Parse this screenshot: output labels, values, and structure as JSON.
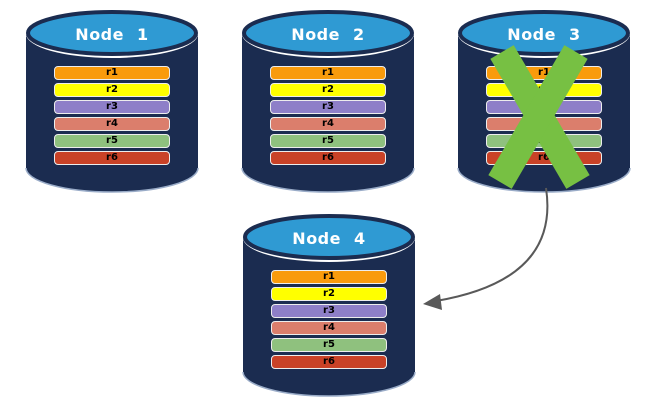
{
  "canvas": {
    "background": "#FFFFFF"
  },
  "colors": {
    "cylinder_body": "#1B2C50",
    "cylinder_top_fill": "#2F9AD3",
    "cylinder_outline": "#16254A",
    "cylinder_bottom_rim": "#9AACC8",
    "title_text": "#FFFFFF",
    "record_label_text": "#000000",
    "failure_x": "#77C043",
    "arrow": "#595959"
  },
  "record_colors": [
    "#F99B0C",
    "#FFFF00",
    "#8E7FC8",
    "#DB7E6C",
    "#8FC17E",
    "#C94227"
  ],
  "nodes": [
    {
      "title": "Node 1",
      "failed": false,
      "records": [
        "r1",
        "r2",
        "r3",
        "r4",
        "r5",
        "r6"
      ]
    },
    {
      "title": "Node 2",
      "failed": false,
      "records": [
        "r1",
        "r2",
        "r3",
        "r4",
        "r5",
        "r6"
      ]
    },
    {
      "title": "Node 3",
      "failed": true,
      "records": [
        "r1",
        "r2",
        "r3",
        "r4",
        "r5",
        "r6"
      ]
    },
    {
      "title": "Node 4",
      "failed": false,
      "records": [
        "r1",
        "r2",
        "r3",
        "r4",
        "r5",
        "r6"
      ]
    }
  ],
  "arrow": {
    "from": "Node 3",
    "to": "Node 4"
  },
  "failure_marker": {
    "shape": "x-cross",
    "on": "Node 3"
  }
}
